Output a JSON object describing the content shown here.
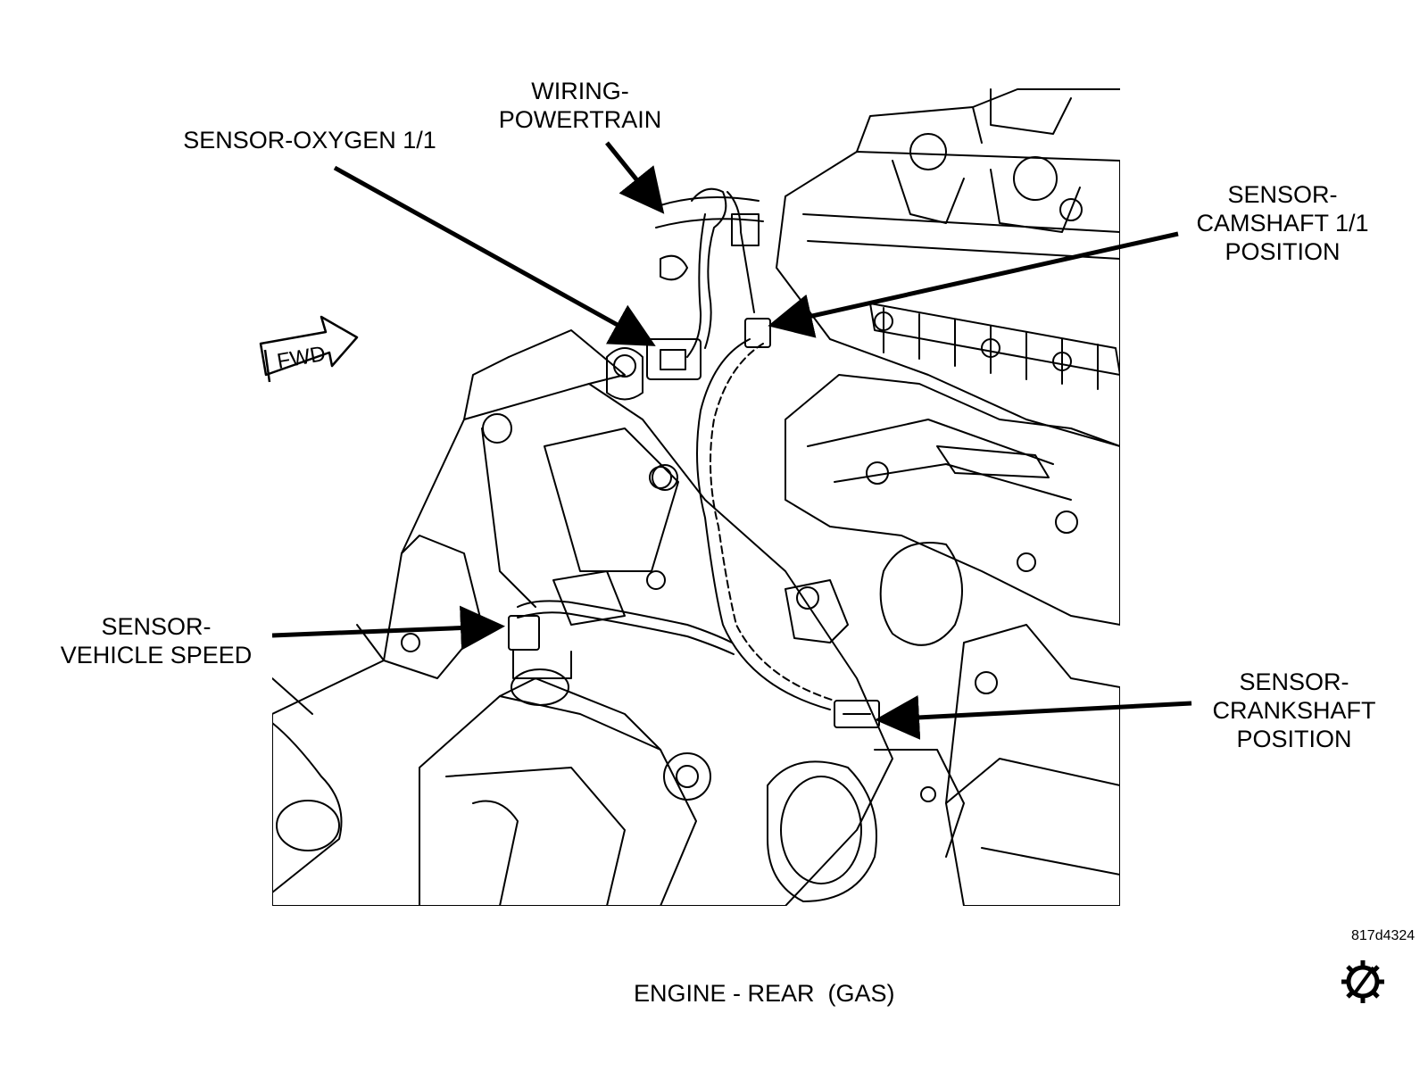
{
  "labels": {
    "wiring": [
      "WIRING-",
      "POWERTRAIN"
    ],
    "oxygen": [
      "SENSOR-OXYGEN 1/1"
    ],
    "camshaft": [
      "SENSOR-",
      "CAMSHAFT 1/1",
      "POSITION"
    ],
    "vehicle_speed": [
      "SENSOR-",
      "VEHICLE SPEED"
    ],
    "crankshaft": [
      "SENSOR-",
      "CRANKSHAFT",
      "POSITION"
    ]
  },
  "fwd_label": "FWD",
  "figure_code": "817d4324",
  "caption": "ENGINE - REAR  (GAS)",
  "icons": {
    "corner": "gear-slash-icon"
  },
  "colors": {
    "line": "#000000",
    "background": "#ffffff"
  }
}
